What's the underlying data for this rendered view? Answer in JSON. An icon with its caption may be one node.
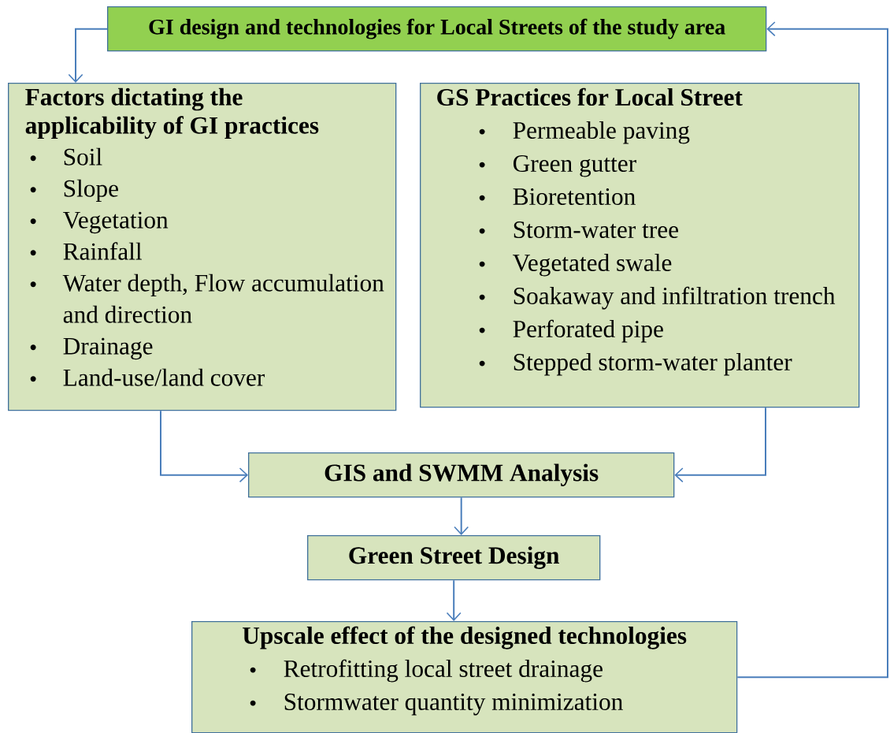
{
  "diagram": {
    "nodes": [
      {
        "text": [
          "GI design and technologies for Local Streets of the study area"
        ]
      },
      {
        "text": [
          "Factors dictating the applicability of GI practices",
          "Soil",
          "Slope",
          "Vegetation",
          "Rainfall",
          "Water depth, Flow accumulation and  direction",
          "Drainage",
          "Land-use/land cover"
        ]
      },
      {
        "text": [
          "GS Practices for Local Street",
          "Permeable paving",
          "Green gutter",
          "Bioretention",
          "Storm-water tree",
          "Vegetated swale",
          "Soakaway and infiltration trench",
          "Perforated pipe",
          "Stepped storm-water planter"
        ]
      },
      {
        "text": [
          "GIS and SWMM Analysis"
        ]
      },
      {
        "text": [
          "Green Street Design"
        ]
      },
      {
        "text": [
          "Upscale effect of the designed technologies",
          "Retrofitting  local street drainage",
          "Stormwater quantity  minimization"
        ]
      }
    ],
    "edges": [
      {
        "from": 0,
        "to": 1,
        "arrow": "to"
      },
      {
        "from": 1,
        "to": 3,
        "arrow": "to"
      },
      {
        "from": 2,
        "to": 3,
        "arrow": "to"
      },
      {
        "from": 3,
        "to": 4,
        "arrow": "to"
      },
      {
        "from": 4,
        "to": 5,
        "arrow": "to"
      },
      {
        "from": 5,
        "to": 0,
        "arrow": "to"
      }
    ]
  }
}
